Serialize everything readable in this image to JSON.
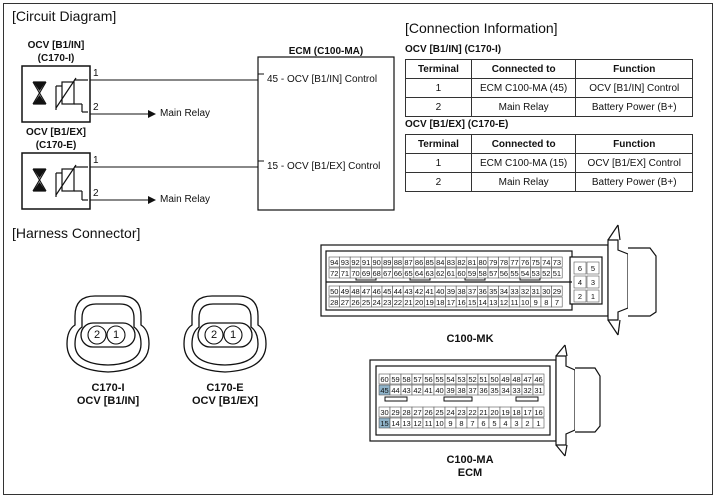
{
  "sections": {
    "circuit": "[Circuit Diagram]",
    "connection": "[Connection Information]",
    "harness": "[Harness Connector]"
  },
  "circuit": {
    "ocv_in": {
      "title": "OCV [B1/IN]",
      "code": "(C170-I)",
      "pin1": "1",
      "pin2": "2",
      "relay": "Main Relay"
    },
    "ocv_ex": {
      "title": "OCV [B1/EX]",
      "code": "(C170-E)",
      "pin1": "1",
      "pin2": "2",
      "relay": "Main Relay"
    },
    "ecm": {
      "title": "ECM (C100-MA)",
      "pin45": "45 - OCV [B1/IN] Control",
      "pin15": "15 - OCV [B1/EX] Control"
    }
  },
  "tables": [
    {
      "title": "OCV [B1/IN] (C170-I)",
      "headers": [
        "Terminal",
        "Connected to",
        "Function"
      ],
      "rows": [
        [
          "1",
          "ECM C100-MA (45)",
          "OCV [B1/IN] Control"
        ],
        [
          "2",
          "Main Relay",
          "Battery Power (B+)"
        ]
      ]
    },
    {
      "title": "OCV [B1/EX] (C170-E)",
      "headers": [
        "Terminal",
        "Connected to",
        "Function"
      ],
      "rows": [
        [
          "1",
          "ECM C100-MA (15)",
          "OCV [B1/EX] Control"
        ],
        [
          "2",
          "Main Relay",
          "Battery Power (B+)"
        ]
      ]
    }
  ],
  "connectors": {
    "c170i": {
      "pins": [
        "2",
        "1"
      ],
      "name": "C170-I",
      "desc": "OCV [B1/IN]"
    },
    "c170e": {
      "pins": [
        "2",
        "1"
      ],
      "name": "C170-E",
      "desc": "OCV [B1/EX]"
    },
    "mk": {
      "name": "C100-MK",
      "row1": [
        "94",
        "93",
        "92",
        "91",
        "90",
        "89",
        "88",
        "87",
        "86",
        "85",
        "84",
        "83",
        "82",
        "81",
        "80",
        "79",
        "78",
        "77",
        "76",
        "75",
        "74",
        "73"
      ],
      "row2": [
        "72",
        "71",
        "70",
        "69",
        "68",
        "67",
        "66",
        "65",
        "64",
        "63",
        "62",
        "61",
        "60",
        "59",
        "58",
        "57",
        "56",
        "55",
        "54",
        "53",
        "52",
        "51"
      ],
      "row3": [
        "50",
        "49",
        "48",
        "47",
        "46",
        "45",
        "44",
        "43",
        "42",
        "41",
        "40",
        "39",
        "38",
        "37",
        "36",
        "35",
        "34",
        "33",
        "32",
        "31",
        "30",
        "29"
      ],
      "row4": [
        "28",
        "27",
        "26",
        "25",
        "24",
        "23",
        "22",
        "21",
        "20",
        "19",
        "18",
        "17",
        "16",
        "15",
        "14",
        "13",
        "12",
        "11",
        "10",
        "9",
        "8",
        "7"
      ],
      "side": [
        "6",
        "5",
        "4",
        "3",
        "2",
        "1"
      ]
    },
    "ma": {
      "name": "C100-MA",
      "sub": "ECM",
      "row1": [
        "60",
        "59",
        "58",
        "57",
        "56",
        "55",
        "54",
        "53",
        "52",
        "51",
        "50",
        "49",
        "48",
        "47",
        "46"
      ],
      "row2": [
        "45",
        "44",
        "43",
        "42",
        "41",
        "40",
        "39",
        "38",
        "37",
        "36",
        "35",
        "34",
        "33",
        "32",
        "31"
      ],
      "row3": [
        "30",
        "29",
        "28",
        "27",
        "26",
        "25",
        "24",
        "23",
        "22",
        "21",
        "20",
        "19",
        "18",
        "17",
        "16"
      ],
      "row4": [
        "15",
        "14",
        "13",
        "12",
        "11",
        "10",
        "9",
        "8",
        "7",
        "6",
        "5",
        "4",
        "3",
        "2",
        "1"
      ],
      "highlight": [
        "45",
        "15"
      ],
      "highlight_color": "#8fb3c9"
    }
  }
}
